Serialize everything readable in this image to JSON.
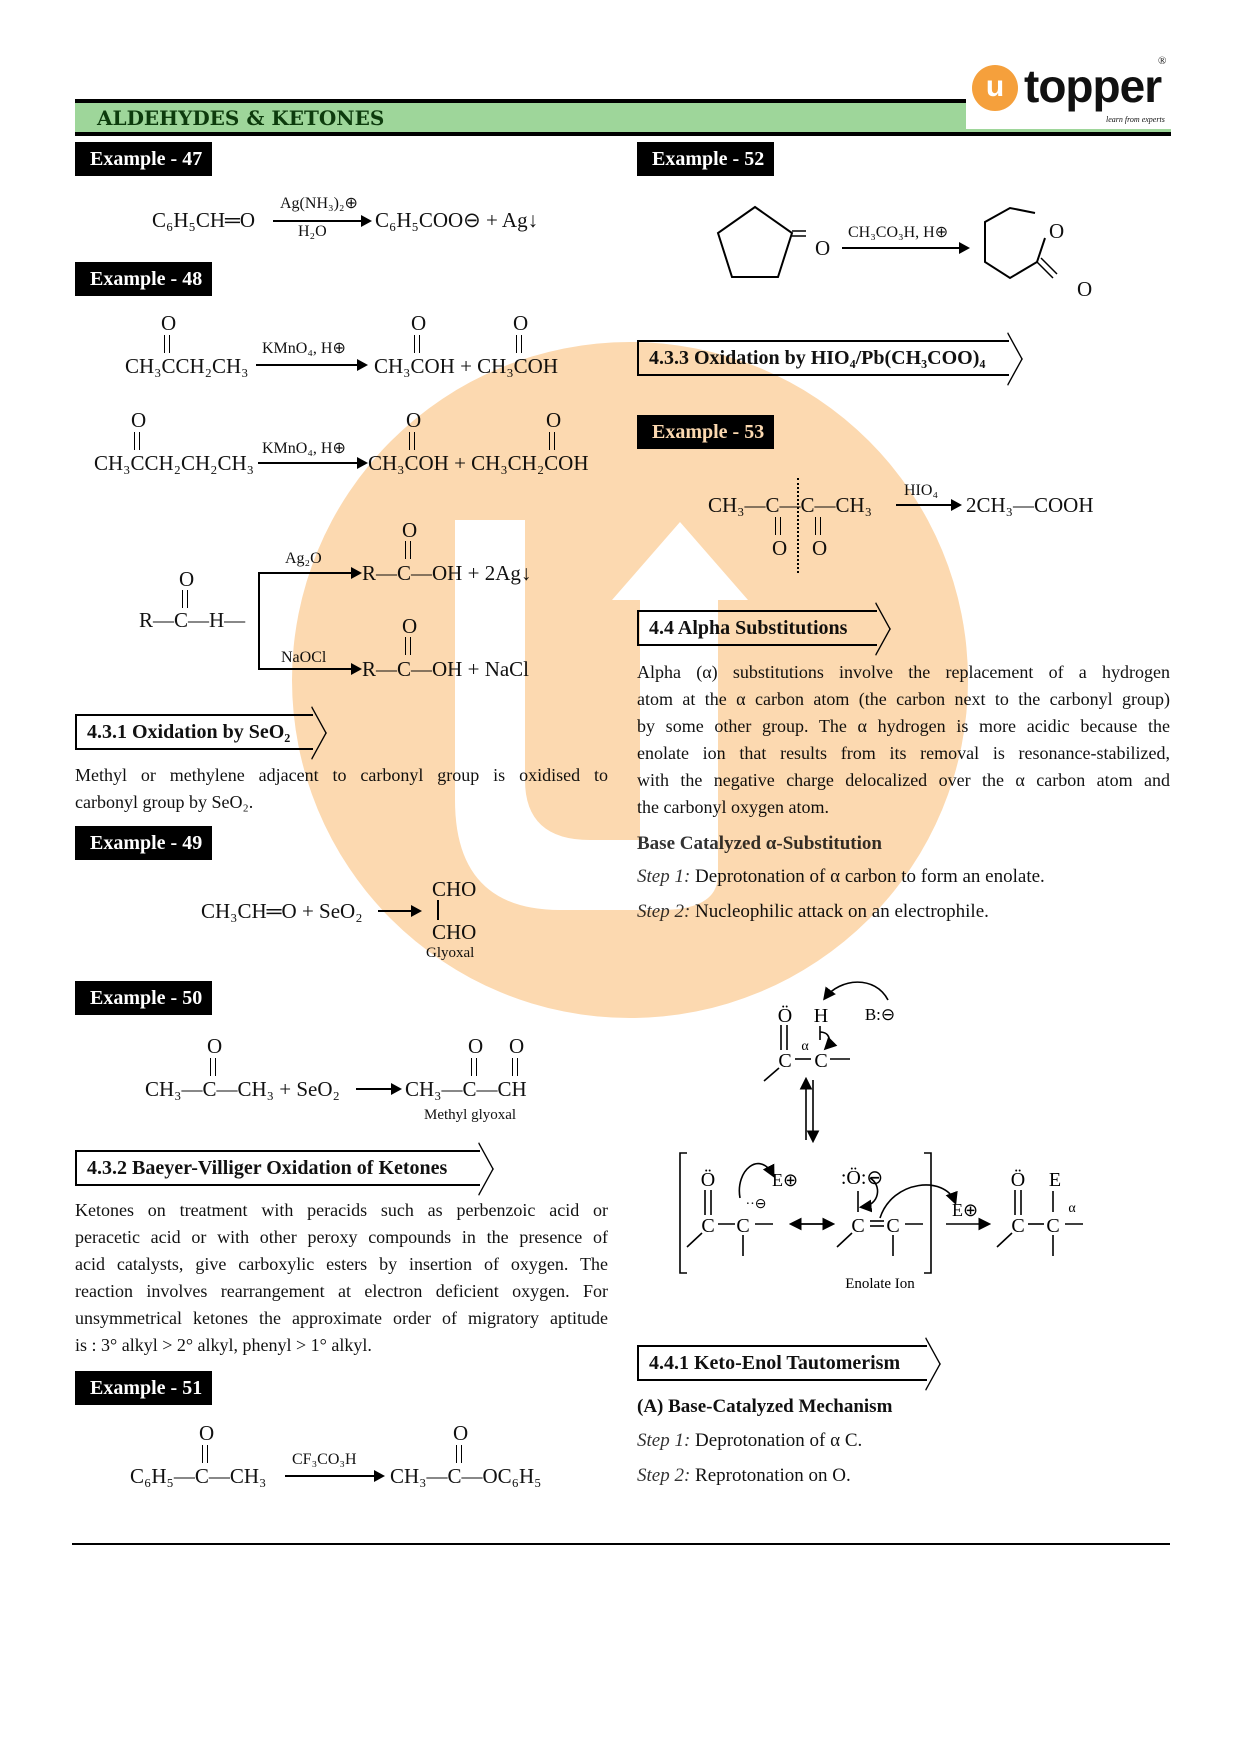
{
  "header": {
    "title": "ALDEHYDES & KETONES",
    "logo_text": "topper",
    "logo_tagline": "learn from experts",
    "logo_mark": "®"
  },
  "ex47": {
    "label": "Example - 47",
    "reactant": "C₆H₅CH═O",
    "reagent_top": "Ag(NH₃)₂⊕",
    "reagent_bottom": "H₂O",
    "product": "C₆H₅COO⊖ + Ag↓"
  },
  "ex48": {
    "label": "Example - 48",
    "r1": {
      "reactant": "CH₃CCH₂CH₃",
      "reagent": "KMnO₄, H⊕",
      "product": "CH₃COH + CH₃COH"
    },
    "r2": {
      "reactant": "CH₃CCH₂CH₂CH₃",
      "reagent": "KMnO₄, H⊕",
      "product": "CH₃COH + CH₃CH₂COH"
    },
    "r3": {
      "reactant": "R—C—H—",
      "reagent_top": "Ag₂O",
      "reagent_bottom": "NaOCl",
      "product_top": "R—C—OH + 2Ag↓",
      "product_bottom": "R—C—OH + NaCl"
    },
    "oxygen": "O"
  },
  "s431": {
    "title": "4.3.1  Oxidation by SeO₂",
    "lines": [
      "Methyl or methylene adjacent to carbonyl group is oxidised to",
      "carbonyl group by SeO₂."
    ]
  },
  "ex49": {
    "label": "Example - 49",
    "reactant": "CH₃CH═O + SeO₂",
    "product_top": "CHO",
    "product_bottom": "CHO",
    "product_name": "Glyoxal"
  },
  "ex50": {
    "label": "Example - 50",
    "reactant": "CH₃—C—CH₃ + SeO₂",
    "product": "CH₃—C—CH",
    "product_name": "Methyl glyoxal"
  },
  "s432": {
    "title": "4.3.2  Baeyer-Villiger Oxidation of Ketones",
    "lines": [
      "Ketones on treatment with peracids such as perbenzoic acid or",
      "peracetic acid or with other peroxy compounds in the presence of",
      "acid catalysts, give carboxylic esters by insertion of oxygen. The",
      "reaction involves rearrangement at electron deficient oxygen. For",
      "unsymmetrical ketones the approximate order of migratory aptitude",
      "is : 3° alkyl > 2° alkyl, phenyl > 1° alkyl."
    ]
  },
  "ex51": {
    "label": "Example - 51",
    "reactant": "C₆H₅—C—CH₃",
    "reagent": "CF₃CO₃H",
    "product": "CH₃—C—OC₆H₅"
  },
  "ex52": {
    "label": "Example - 52",
    "reagent": "CH₃CO₃H, H⊕",
    "ketone_o": "=O",
    "ring_o": "O"
  },
  "s433": {
    "title": "4.3.3  Oxidation by HIO₄/Pb(CH₃COO)₄"
  },
  "ex53": {
    "label": "Example - 53",
    "reactant": "CH₃—C—C—CH₃",
    "reagent": "HIO₄",
    "product": "2CH₃—COOH"
  },
  "s44": {
    "title": "4.4  Alpha Substitutions",
    "lines": [
      "Alpha (α) substitutions involve the replacement of a hydrogen",
      "atom at the α carbon atom (the carbon next to the carbonyl group)",
      "by some other group. The α hydrogen is more acidic because the",
      "enolate ion that results from its removal is resonance-stabilized,",
      "with the negative charge delocalized over the α carbon atom and",
      "the carbonyl oxygen atom."
    ],
    "subhead": "Base Catalyzed α-Substitution",
    "steps": [
      {
        "label": "Step 1:",
        "text": " Deprotonation of α carbon to form an enolate."
      },
      {
        "label": "Step 2:",
        "text": " Nucleophilic attack on an electrophile."
      }
    ]
  },
  "mechanism": {
    "o": "Ö",
    "h": "H",
    "base": "B:⊖",
    "c": "C",
    "alpha": "α",
    "e_plus": "E⊕",
    "e": "E",
    "o_minus": ":Ö:⊖",
    "carbanion": "··⊖",
    "caption": "Enolate Ion"
  },
  "s441": {
    "title": "4.4.1  Keto-Enol Tautomerism",
    "subhead": "(A) Base-Catalyzed Mechanism",
    "steps": [
      {
        "label": "Step 1:",
        "text": " Deprotonation of α C."
      },
      {
        "label": "Step 2:",
        "text": " Reprotonation on O."
      }
    ]
  },
  "colors": {
    "header_green": "#9ed69a",
    "watermark": "#fcd9b0",
    "logo_orange": "#f5a03c"
  }
}
